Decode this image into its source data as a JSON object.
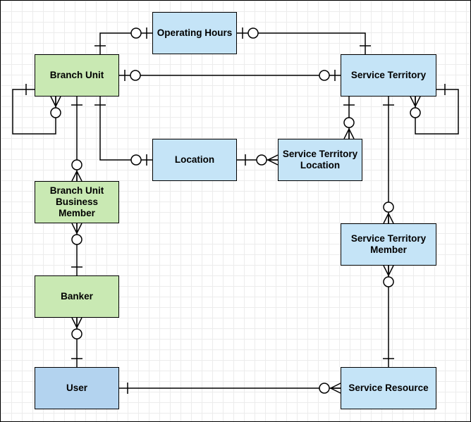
{
  "diagram": {
    "entities": [
      {
        "id": "operating-hours",
        "label": "Operating Hours",
        "color": "#c5e4f7"
      },
      {
        "id": "branch-unit",
        "label": "Branch Unit",
        "color": "#c9e9b3"
      },
      {
        "id": "service-territory",
        "label": "Service Territory",
        "color": "#c5e4f7"
      },
      {
        "id": "location",
        "label": "Location",
        "color": "#c5e4f7"
      },
      {
        "id": "service-territory-location",
        "label": "Service Territory\nLocation",
        "color": "#c5e4f7"
      },
      {
        "id": "branch-unit-business-member",
        "label": "Branch Unit\nBusiness\nMember",
        "color": "#c9e9b3"
      },
      {
        "id": "service-territory-member",
        "label": "Service Territory\nMember",
        "color": "#c5e4f7"
      },
      {
        "id": "banker",
        "label": "Banker",
        "color": "#c9e9b3"
      },
      {
        "id": "user",
        "label": "User",
        "color": "#b3d3ef"
      },
      {
        "id": "service-resource",
        "label": "Service Resource",
        "color": "#c5e4f7"
      }
    ],
    "relationships": [
      {
        "from": "branch-unit",
        "to": "operating-hours",
        "from_end": "one",
        "to_end": "zero-or-one"
      },
      {
        "from": "operating-hours",
        "to": "service-territory",
        "from_end": "zero-or-one",
        "to_end": "one"
      },
      {
        "from": "branch-unit",
        "to": "service-territory",
        "from_end": "zero-or-one",
        "to_end": "zero-or-one"
      },
      {
        "from": "branch-unit",
        "to": "branch-unit",
        "from_end": "one",
        "to_end": "zero-or-many"
      },
      {
        "from": "service-territory",
        "to": "service-territory",
        "from_end": "one",
        "to_end": "zero-or-many"
      },
      {
        "from": "branch-unit",
        "to": "location",
        "from_end": "one",
        "to_end": "zero-or-one"
      },
      {
        "from": "location",
        "to": "service-territory-location",
        "from_end": "one",
        "to_end": "zero-or-many"
      },
      {
        "from": "service-territory",
        "to": "service-territory-location",
        "from_end": "one",
        "to_end": "zero-or-many"
      },
      {
        "from": "branch-unit",
        "to": "branch-unit-business-member",
        "from_end": "one",
        "to_end": "zero-or-many"
      },
      {
        "from": "branch-unit-business-member",
        "to": "banker",
        "from_end": "zero-or-many",
        "to_end": "one"
      },
      {
        "from": "banker",
        "to": "user",
        "from_end": "zero-or-many",
        "to_end": "one"
      },
      {
        "from": "service-territory",
        "to": "service-territory-member",
        "from_end": "one",
        "to_end": "zero-or-many"
      },
      {
        "from": "service-territory-member",
        "to": "service-resource",
        "from_end": "zero-or-many",
        "to_end": "one"
      },
      {
        "from": "user",
        "to": "service-resource",
        "from_end": "one",
        "to_end": "zero-or-many"
      }
    ]
  }
}
